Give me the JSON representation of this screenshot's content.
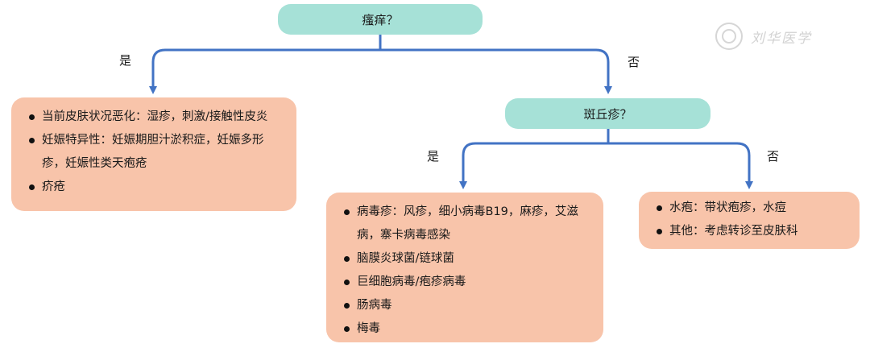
{
  "decisions": {
    "pruritus": "瘙痒？",
    "maculopapular": "斑丘疹？"
  },
  "edges": {
    "yes_left": "是",
    "no_right": "否",
    "yes_mid": "是",
    "no_far": "否"
  },
  "boxes": {
    "skin": [
      "当前皮肤状况恶化：湿疹，刺激/接触性皮炎",
      "妊娠特异性：妊娠期胆汁淤积症，妊娠多形疹，妊娠性类天疱疮",
      "疥疮"
    ],
    "viral": [
      "病毒疹：风疹，细小病毒B19，麻疹，艾滋病，寨卡病毒感染",
      "脑膜炎球菌/链球菌",
      "巨细胞病毒/疱疹病毒",
      "肠病毒",
      "梅毒"
    ],
    "other": [
      "水疱：带状疱疹，水痘",
      "其他：考虑转诊至皮肤科"
    ]
  },
  "watermark": "刘华医学",
  "colors": {
    "decision": "#a6e1d7",
    "box": "#f8c4aa",
    "arrow": "#4273c4"
  }
}
